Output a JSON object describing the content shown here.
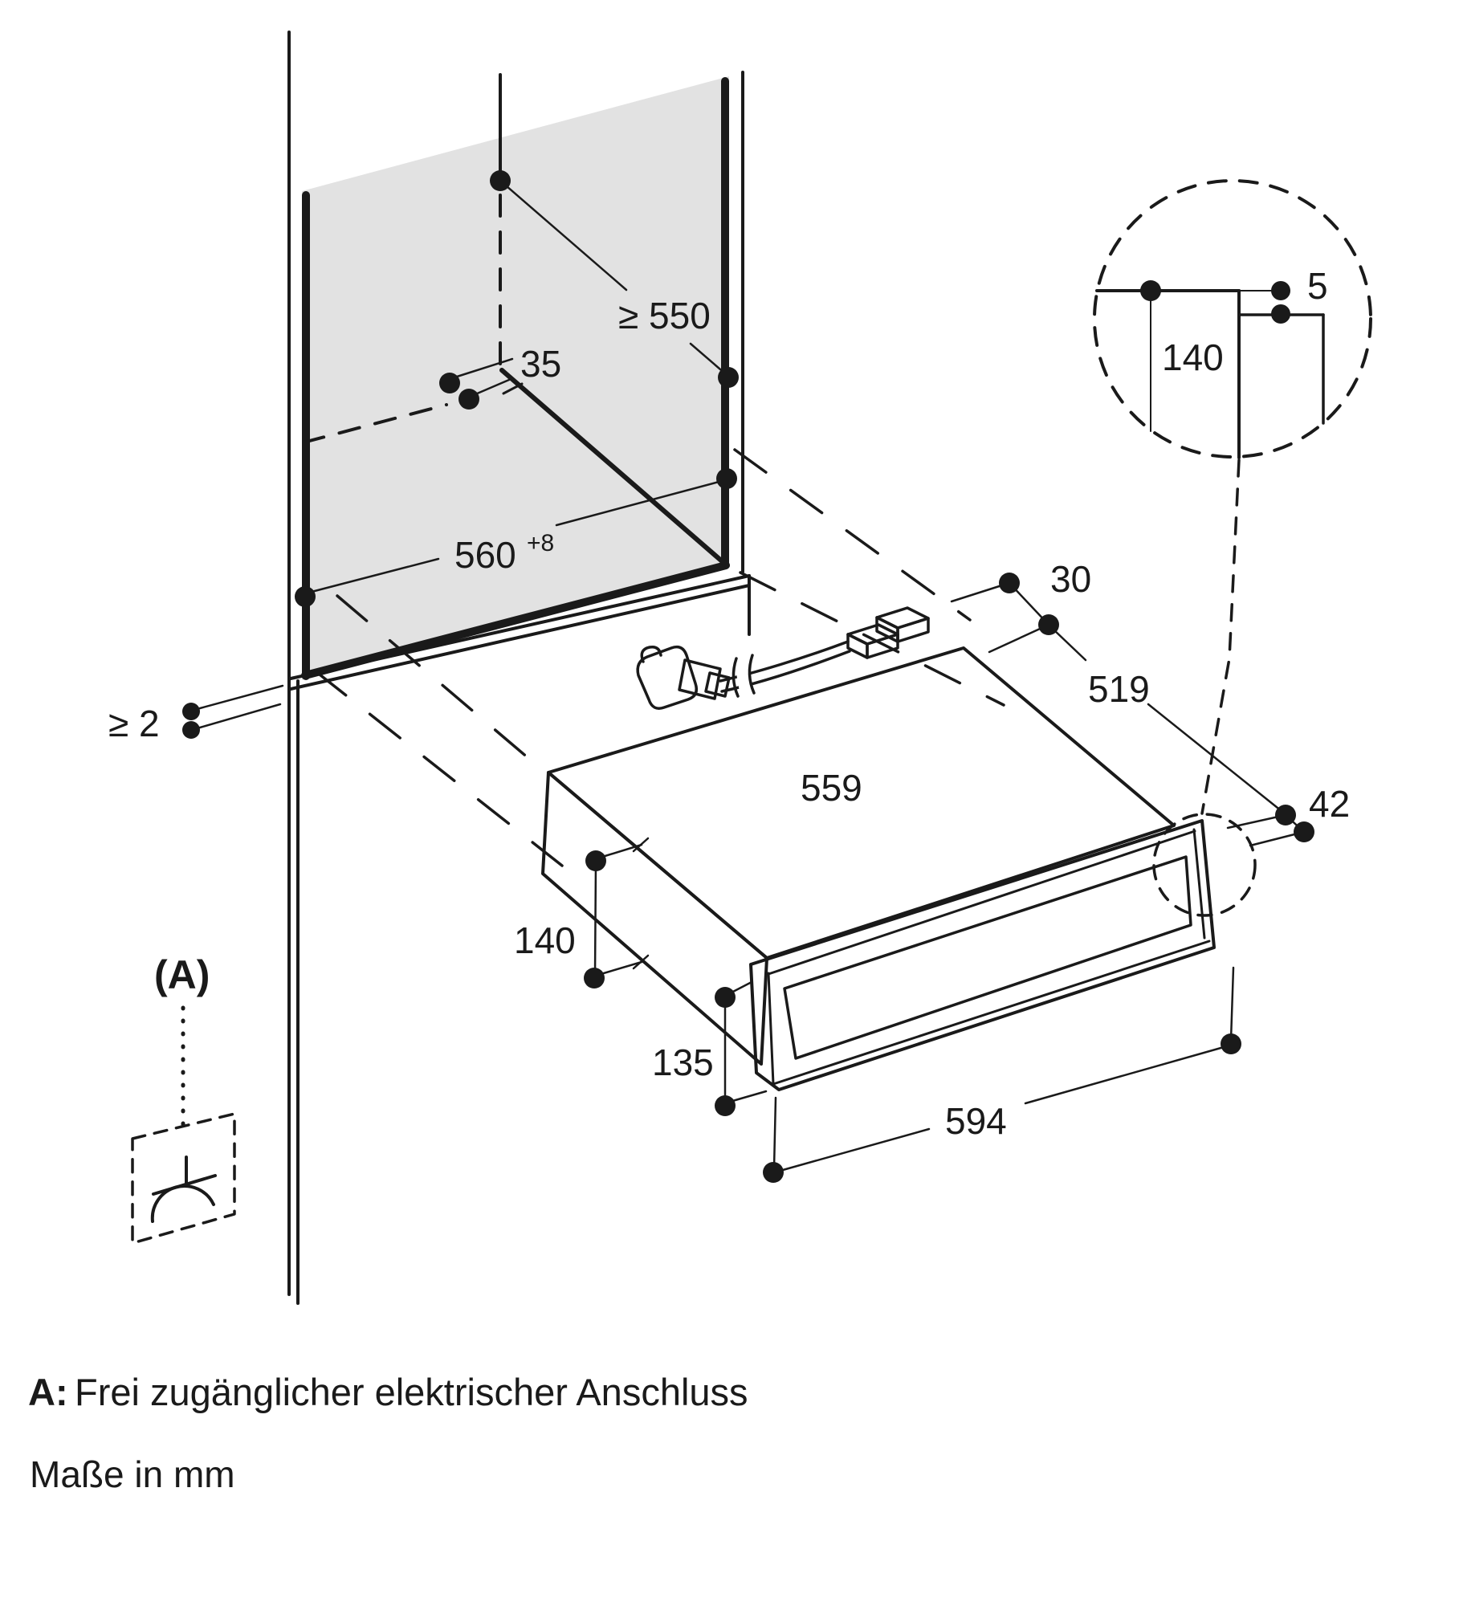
{
  "diagram": {
    "dims": {
      "niche_depth": "≥ 550",
      "anchor_offset": "35",
      "niche_width": "560",
      "niche_width_tolerance": "+8",
      "side_gap": "≥ 2",
      "rear_clearance": "30",
      "body_depth": "519",
      "body_width": "559",
      "niche_height": "140",
      "body_height": "135",
      "front_width": "594",
      "front_overhang": "42",
      "detail_front_height": "140",
      "detail_top_gap": "5"
    },
    "labels": {
      "connection_marker": "(A)",
      "note_prefix": "A:",
      "note_text": "Frei zugänglicher elektrischer Anschluss",
      "units_note": "Maße in mm"
    },
    "colors": {
      "line": "#1a1a1a",
      "panel_fill": "#e2e2e2",
      "panel_edge": "#9c9c9c",
      "face_top": "#f6f6f6",
      "face_side": "#eeeeee"
    }
  }
}
